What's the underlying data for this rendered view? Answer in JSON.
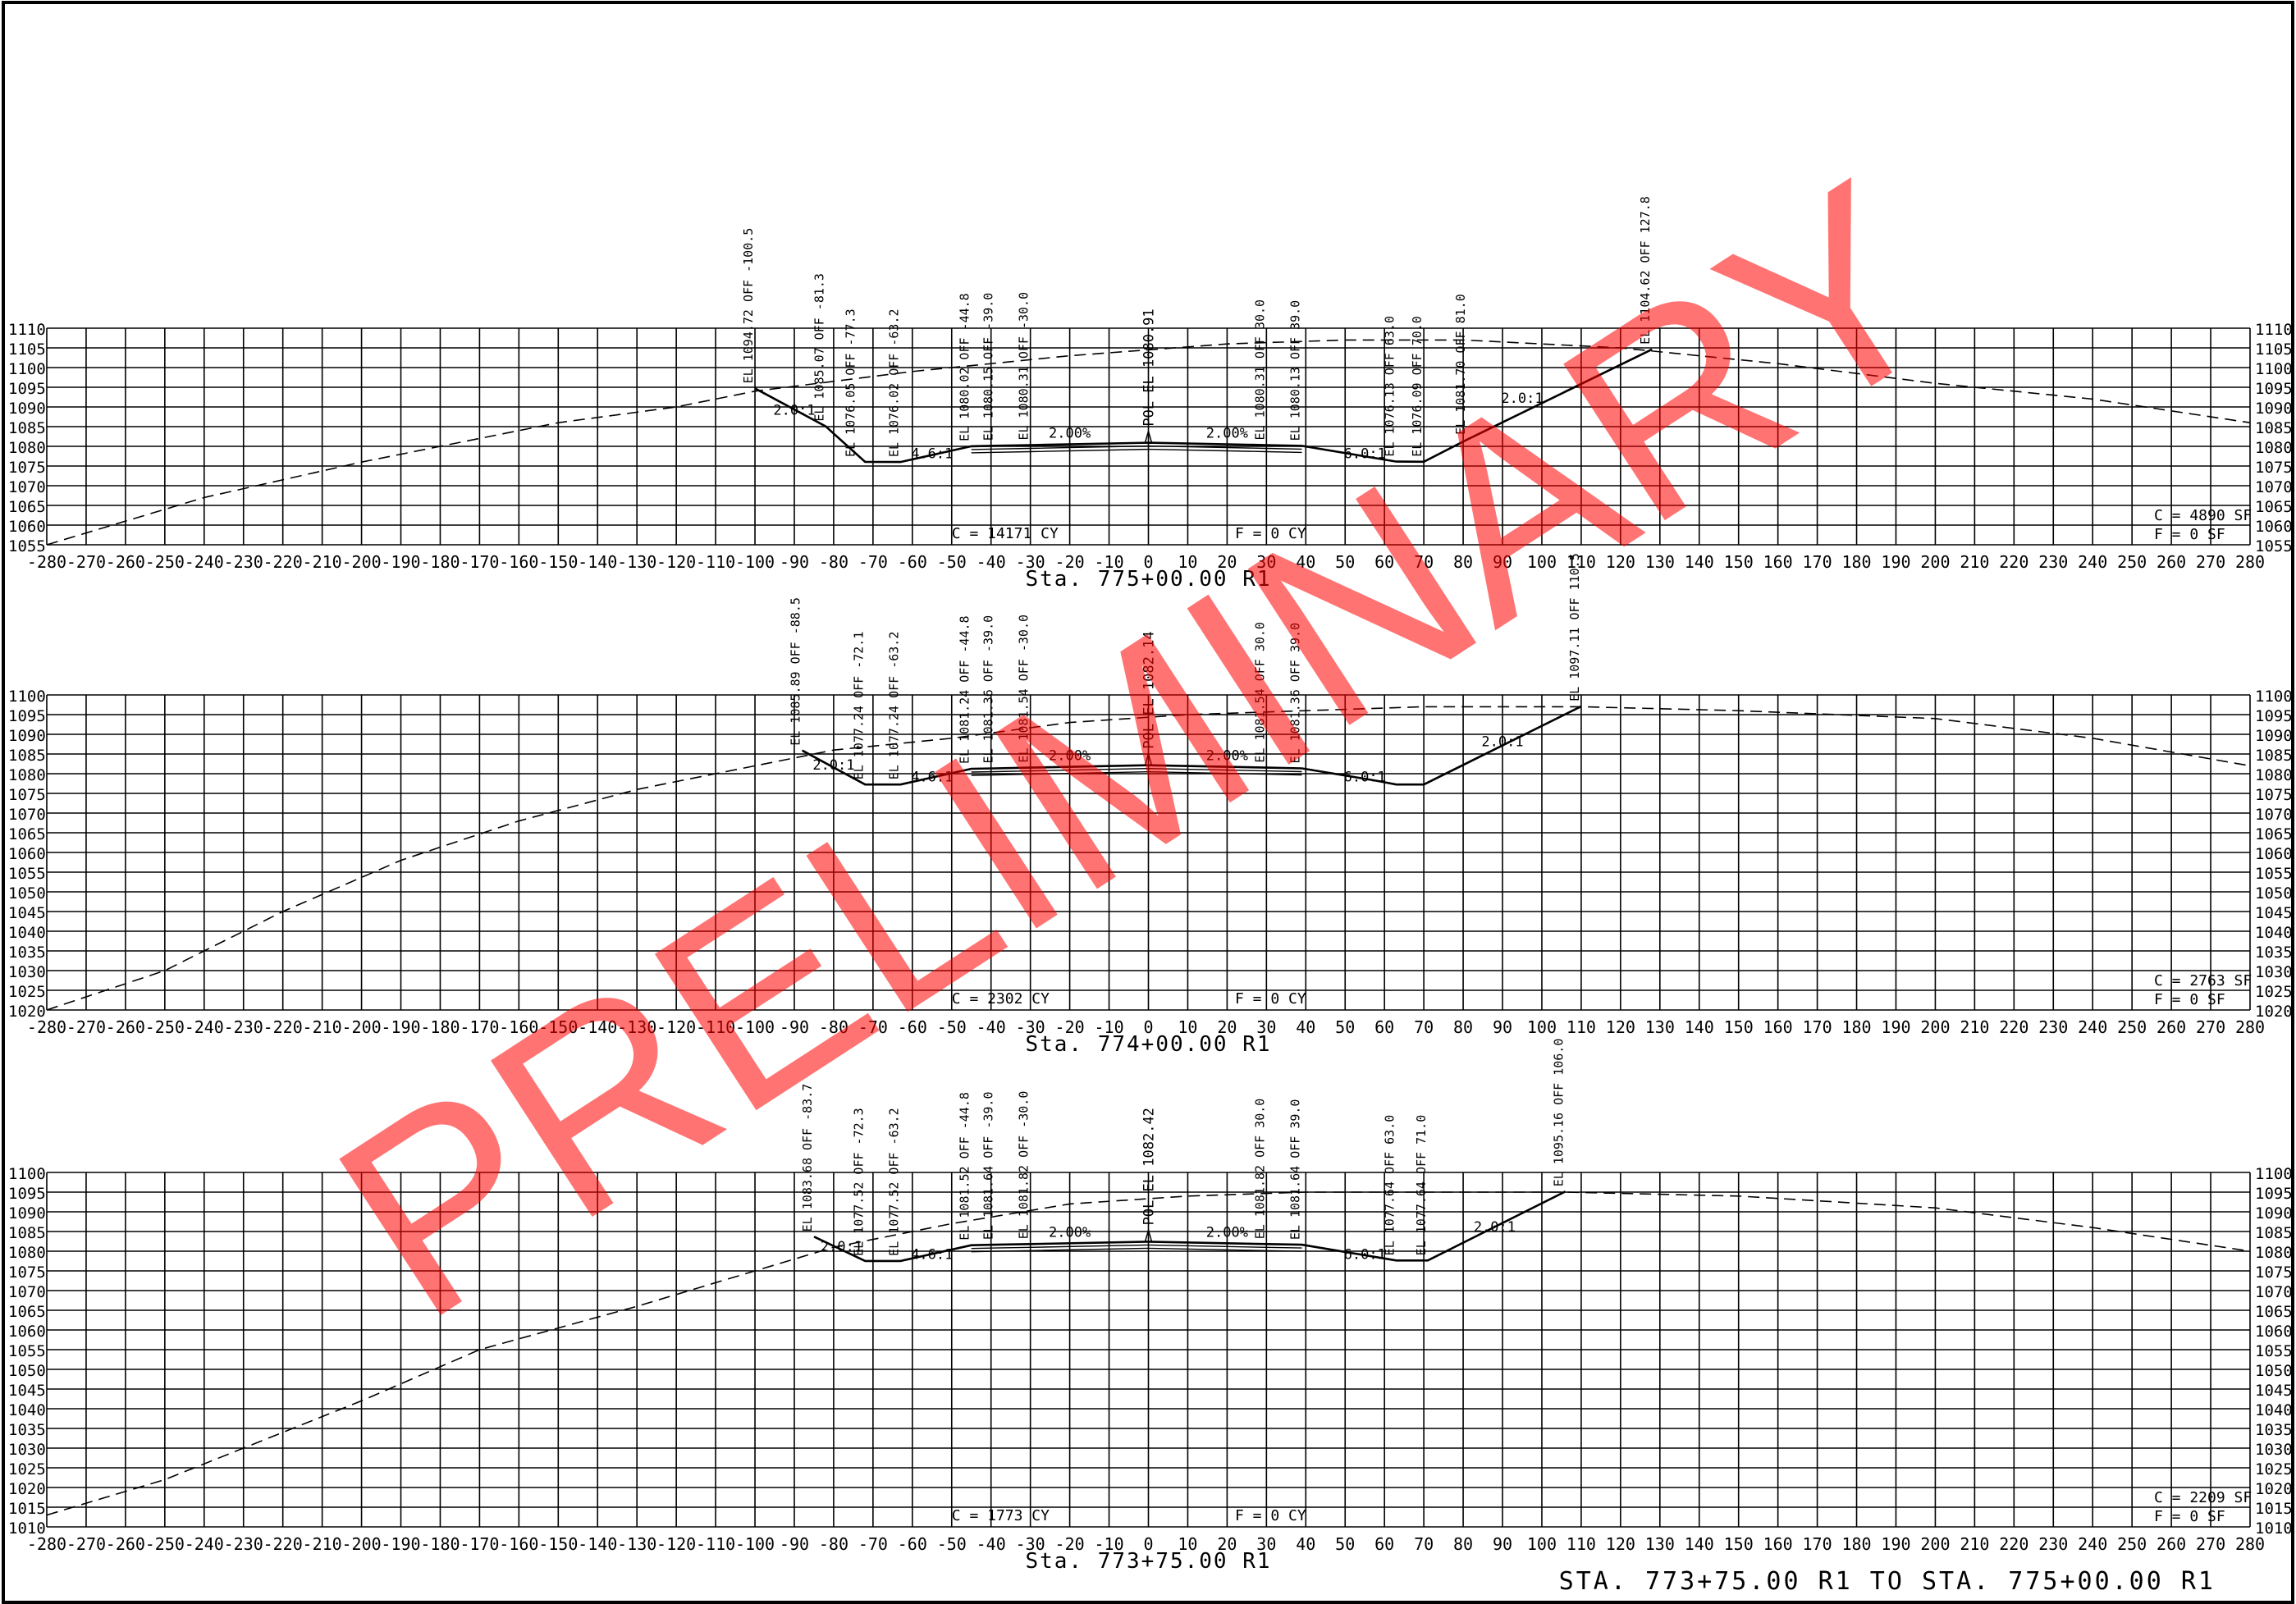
{
  "sheet": {
    "footer_range": "STA. 773+75.00 R1   TO   STA. 775+00.00 R1",
    "watermark": "PRELIMINARY",
    "watermark_color": "#ff0000"
  },
  "offset_axis": {
    "ticks": [
      -280,
      -270,
      -260,
      -250,
      -240,
      -230,
      -220,
      -210,
      -200,
      -190,
      -180,
      -170,
      -160,
      -150,
      -140,
      -130,
      -120,
      -110,
      -100,
      -90,
      -80,
      -70,
      -60,
      -50,
      -40,
      -30,
      -20,
      -10,
      0,
      10,
      20,
      30,
      40,
      50,
      60,
      70,
      80,
      90,
      100,
      110,
      120,
      130,
      140,
      150,
      160,
      170,
      180,
      190,
      200,
      210,
      220,
      230,
      240,
      250,
      260,
      270,
      280
    ]
  },
  "sections": [
    {
      "station": "Sta. 775+00.00 R1",
      "elev_min": 1055,
      "elev_max": 1110,
      "cut_volume": "C = 14171 CY",
      "fill_volume": "F = 0 CY",
      "cut_area": "C = 4890 SF",
      "fill_area": "F = 0 SF",
      "cl_label": "POL EL 1080.91",
      "slope_left": "2.00%",
      "slope_right": "2.00%",
      "side_slope_labels": [
        {
          "text": "2.0:1",
          "off": -90,
          "el": 1088
        },
        {
          "text": "4.6:1",
          "off": -55,
          "el": 1077
        },
        {
          "text": "6.0:1",
          "off": 55,
          "el": 1077
        },
        {
          "text": "2.0:1",
          "off": 95,
          "el": 1091
        }
      ],
      "point_labels": [
        {
          "off": -100,
          "el": 1094.72,
          "text": "EL 1094.72 OFF -100.5"
        },
        {
          "off": -82,
          "el": 1085.07,
          "text": "EL 1085.07 OFF -81.3"
        },
        {
          "off": -74,
          "el": 1076.05,
          "text": "EL 1076.05 OFF -77.3"
        },
        {
          "off": -63,
          "el": 1076.02,
          "text": "EL 1076.02 OFF -63.2"
        },
        {
          "off": -45,
          "el": 1080.02,
          "text": "EL 1080.02 OFF -44.8"
        },
        {
          "off": -39,
          "el": 1080.15,
          "text": "EL 1080.15 OFF -39.0"
        },
        {
          "off": -30,
          "el": 1080.31,
          "text": "EL 1080.31 OFF -30.0"
        },
        {
          "off": 30,
          "el": 1080.31,
          "text": "EL 1080.31 OFF 30.0"
        },
        {
          "off": 39,
          "el": 1080.13,
          "text": "EL 1080.13 OFF 39.0"
        },
        {
          "off": 63,
          "el": 1076.13,
          "text": "EL 1076.13 OFF 63.0"
        },
        {
          "off": 70,
          "el": 1076.09,
          "text": "EL 1076.09 OFF 70.0"
        },
        {
          "off": 81,
          "el": 1081.7,
          "text": "EL 1081.70 OFF 81.0"
        },
        {
          "off": 128,
          "el": 1104.62,
          "text": "EL 1104.62 OFF 127.8"
        }
      ],
      "design": [
        [
          -100,
          1094.72
        ],
        [
          -82,
          1085.07
        ],
        [
          -72,
          1076.05
        ],
        [
          -63,
          1076.02
        ],
        [
          -45,
          1080.02
        ],
        [
          -39,
          1080.15
        ],
        [
          -30,
          1080.31
        ],
        [
          0,
          1080.91
        ],
        [
          30,
          1080.31
        ],
        [
          39,
          1080.13
        ],
        [
          63,
          1076.13
        ],
        [
          70,
          1076.09
        ],
        [
          81,
          1081.7
        ],
        [
          128,
          1104.62
        ]
      ],
      "ground": [
        [
          -280,
          1055
        ],
        [
          -240,
          1067
        ],
        [
          -200,
          1076
        ],
        [
          -160,
          1084
        ],
        [
          -150,
          1086
        ],
        [
          -120,
          1090
        ],
        [
          -100,
          1094
        ],
        [
          -60,
          1099
        ],
        [
          -20,
          1103
        ],
        [
          20,
          1106
        ],
        [
          50,
          1107
        ],
        [
          80,
          1107
        ],
        [
          120,
          1105
        ],
        [
          160,
          1101
        ],
        [
          200,
          1096
        ],
        [
          240,
          1092
        ],
        [
          280,
          1086
        ]
      ]
    },
    {
      "station": "Sta. 774+00.00 R1",
      "elev_min": 1020,
      "elev_max": 1100,
      "cut_volume": "C = 2302 CY",
      "fill_volume": "F = 0 CY",
      "cut_area": "C = 2763 SF",
      "fill_area": "F = 0 SF",
      "cl_label": "POL EL 1082.14",
      "slope_left": "2.00%",
      "slope_right": "2.00%",
      "side_slope_labels": [
        {
          "text": "2.0:1",
          "off": -80,
          "el": 1081
        },
        {
          "text": "4.6:1",
          "off": -55,
          "el": 1078
        },
        {
          "text": "6.0:1",
          "off": 55,
          "el": 1078
        },
        {
          "text": "2.0:1",
          "off": 90,
          "el": 1087
        }
      ],
      "point_labels": [
        {
          "off": -88,
          "el": 1085.89,
          "text": "EL 1085.89 OFF -88.5"
        },
        {
          "off": -72,
          "el": 1077.24,
          "text": "EL 1077.24 OFF -72.1"
        },
        {
          "off": -63,
          "el": 1077.24,
          "text": "EL 1077.24 OFF -63.2"
        },
        {
          "off": -45,
          "el": 1081.24,
          "text": "EL 1081.24 OFF -44.8"
        },
        {
          "off": -39,
          "el": 1081.36,
          "text": "EL 1081.36 OFF -39.0"
        },
        {
          "off": -30,
          "el": 1081.54,
          "text": "EL 1081.54 OFF -30.0"
        },
        {
          "off": 30,
          "el": 1081.54,
          "text": "EL 1081.54 OFF 30.0"
        },
        {
          "off": 39,
          "el": 1081.36,
          "text": "EL 1081.36 OFF 39.0"
        },
        {
          "off": 110,
          "el": 1097.11,
          "text": "EL 1097.11 OFF 110.5"
        }
      ],
      "design": [
        [
          -88,
          1085.89
        ],
        [
          -72,
          1077.24
        ],
        [
          -63,
          1077.24
        ],
        [
          -45,
          1081.24
        ],
        [
          -39,
          1081.36
        ],
        [
          -30,
          1081.54
        ],
        [
          0,
          1082.14
        ],
        [
          30,
          1081.54
        ],
        [
          39,
          1081.36
        ],
        [
          58,
          1078.2
        ],
        [
          63,
          1077.24
        ],
        [
          70,
          1077.24
        ],
        [
          110,
          1097.11
        ]
      ],
      "ground": [
        [
          -280,
          1020
        ],
        [
          -250,
          1030
        ],
        [
          -220,
          1045
        ],
        [
          -190,
          1058
        ],
        [
          -160,
          1068
        ],
        [
          -130,
          1076
        ],
        [
          -100,
          1082
        ],
        [
          -80,
          1086
        ],
        [
          -50,
          1089
        ],
        [
          -20,
          1093
        ],
        [
          10,
          1095
        ],
        [
          40,
          1096
        ],
        [
          70,
          1097
        ],
        [
          110,
          1097
        ],
        [
          150,
          1096
        ],
        [
          200,
          1094
        ],
        [
          240,
          1089
        ],
        [
          280,
          1082
        ]
      ]
    },
    {
      "station": "Sta. 773+75.00 R1",
      "elev_min": 1010,
      "elev_max": 1100,
      "cut_volume": "C = 1773 CY",
      "fill_volume": "F = 0 CY",
      "cut_area": "C = 2209 SF",
      "fill_area": "F = 0 SF",
      "cl_label": "POL EL 1082.42",
      "slope_left": "2.00%",
      "slope_right": "2.00%",
      "side_slope_labels": [
        {
          "text": "2.0:1",
          "off": -78,
          "el": 1080
        },
        {
          "text": "4.6:1",
          "off": -55,
          "el": 1078
        },
        {
          "text": "6.0:1",
          "off": 55,
          "el": 1078
        },
        {
          "text": "2.0:1",
          "off": 88,
          "el": 1085
        }
      ],
      "point_labels": [
        {
          "off": -85,
          "el": 1083.68,
          "text": "EL 1083.68 OFF -83.7"
        },
        {
          "off": -72,
          "el": 1077.52,
          "text": "EL 1077.52 OFF -72.3"
        },
        {
          "off": -63,
          "el": 1077.52,
          "text": "EL 1077.52 OFF -63.2"
        },
        {
          "off": -45,
          "el": 1081.52,
          "text": "EL 1081.52 OFF -44.8"
        },
        {
          "off": -39,
          "el": 1081.64,
          "text": "EL 1081.64 OFF -39.0"
        },
        {
          "off": -30,
          "el": 1081.82,
          "text": "EL 1081.82 OFF -30.0"
        },
        {
          "off": 30,
          "el": 1081.82,
          "text": "EL 1081.82 OFF 30.0"
        },
        {
          "off": 39,
          "el": 1081.64,
          "text": "EL 1081.64 OFF 39.0"
        },
        {
          "off": 63,
          "el": 1077.64,
          "text": "EL 1077.64 OFF 63.0"
        },
        {
          "off": 71,
          "el": 1077.64,
          "text": "EL 1077.64 OFF 71.0"
        },
        {
          "off": 106,
          "el": 1095.16,
          "text": "EL 1095.16 OFF 106.0"
        }
      ],
      "design": [
        [
          -85,
          1083.68
        ],
        [
          -72,
          1077.52
        ],
        [
          -63,
          1077.52
        ],
        [
          -45,
          1081.52
        ],
        [
          -39,
          1081.64
        ],
        [
          -30,
          1081.82
        ],
        [
          0,
          1082.42
        ],
        [
          30,
          1081.82
        ],
        [
          39,
          1081.64
        ],
        [
          63,
          1077.64
        ],
        [
          71,
          1077.64
        ],
        [
          106,
          1095.16
        ]
      ],
      "ground": [
        [
          -280,
          1013
        ],
        [
          -250,
          1022
        ],
        [
          -230,
          1030
        ],
        [
          -200,
          1042
        ],
        [
          -170,
          1055
        ],
        [
          -130,
          1066
        ],
        [
          -100,
          1075
        ],
        [
          -80,
          1081
        ],
        [
          -50,
          1087
        ],
        [
          -20,
          1092
        ],
        [
          10,
          1094
        ],
        [
          40,
          1095
        ],
        [
          80,
          1095
        ],
        [
          106,
          1095
        ],
        [
          150,
          1094
        ],
        [
          200,
          1091
        ],
        [
          240,
          1086
        ],
        [
          280,
          1080
        ]
      ]
    }
  ]
}
